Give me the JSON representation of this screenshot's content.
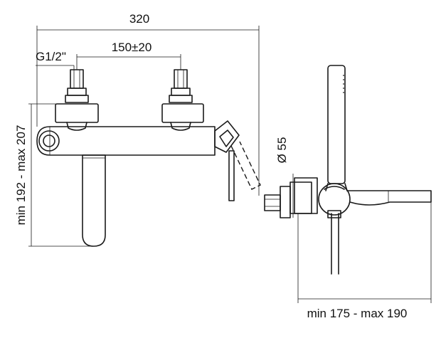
{
  "dimensions": {
    "overall_width": "320",
    "inlet_spacing": "150±20",
    "thread": "G1/2\"",
    "height_range": "min 192 - max 207",
    "shower_head_diameter": "Ø 55",
    "projection_range": "min 175 - max 190"
  },
  "colors": {
    "line": "#1a1a1a",
    "background": "#ffffff"
  }
}
